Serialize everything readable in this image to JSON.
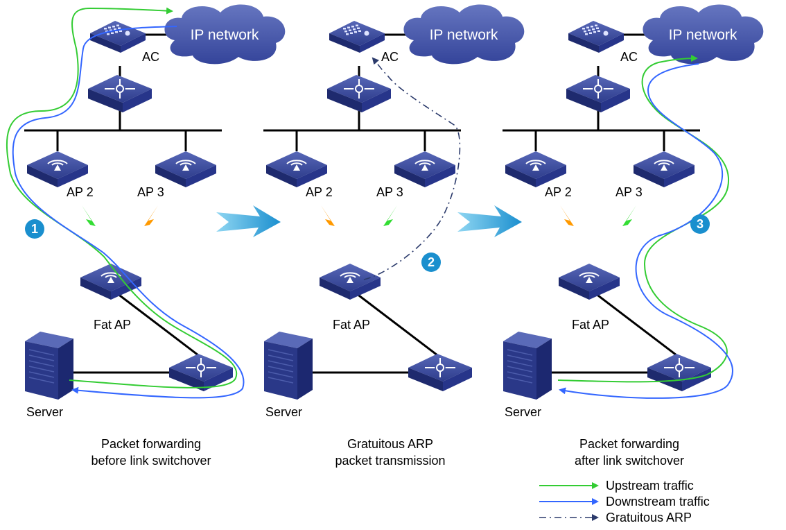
{
  "colors": {
    "upstream": "#33cc33",
    "downstream": "#3366ff",
    "gratuitous_arp": "#2b3a6b",
    "device": "#2f3f8f",
    "cloud": "#4a5aa8",
    "bolt_active": "#33dd33",
    "bolt_inactive": "#ff9900",
    "arrow": "#1f9bd6",
    "badge": "#1a8fce"
  },
  "panels": [
    {
      "cloud_label": "IP network",
      "ac_label": "AC",
      "ap2_label": "AP 2",
      "ap3_label": "AP 3",
      "fatap_label": "Fat AP",
      "server_label": "Server",
      "badge": "1",
      "caption_line1": "Packet forwarding",
      "caption_line2": "before link switchover"
    },
    {
      "cloud_label": "IP network",
      "ac_label": "AC",
      "ap2_label": "AP 2",
      "ap3_label": "AP 3",
      "fatap_label": "Fat AP",
      "server_label": "Server",
      "badge": "2",
      "caption_line1": "Gratuitous ARP",
      "caption_line2": "packet transmission"
    },
    {
      "cloud_label": "IP network",
      "ac_label": "AC",
      "ap2_label": "AP 2",
      "ap3_label": "AP 3",
      "fatap_label": "Fat AP",
      "server_label": "Server",
      "badge": "3",
      "caption_line1": "Packet forwarding",
      "caption_line2": "after link switchover"
    }
  ],
  "legend": {
    "upstream": "Upstream traffic",
    "downstream": "Downstream traffic",
    "gratuitous_arp": "Gratuitous ARP"
  }
}
